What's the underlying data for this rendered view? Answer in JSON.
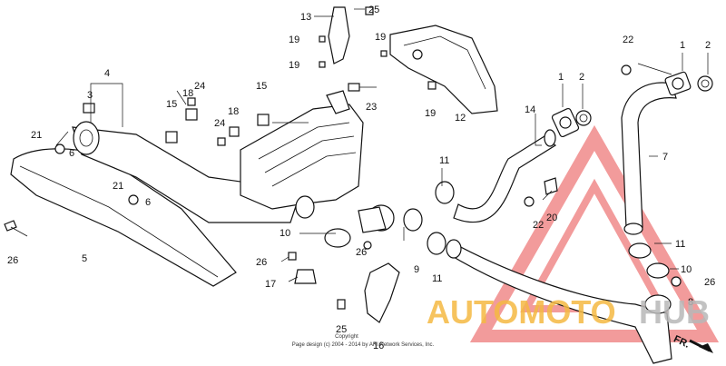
{
  "watermark": {
    "left": "AUTOMOTO",
    "right": "HUB",
    "left_color": "#f5b942",
    "right_color": "#b8b8b8",
    "triangle_color": "#f08a8a"
  },
  "copyright": {
    "line1": "Copyright",
    "line2": "Page design (c) 2004 - 2014 by ARI Network Services, Inc."
  },
  "direction": {
    "label": "FR."
  },
  "labels": [
    "1",
    "1",
    "2",
    "2",
    "3",
    "4",
    "5",
    "6",
    "6",
    "7",
    "8",
    "9",
    "10",
    "10",
    "11",
    "11",
    "11",
    "12",
    "13",
    "14",
    "15",
    "15",
    "16",
    "17",
    "18",
    "18",
    "19",
    "19",
    "19",
    "19",
    "20",
    "21",
    "21",
    "22",
    "22",
    "23",
    "24",
    "24",
    "25",
    "25",
    "26",
    "26",
    "26",
    "26"
  ]
}
